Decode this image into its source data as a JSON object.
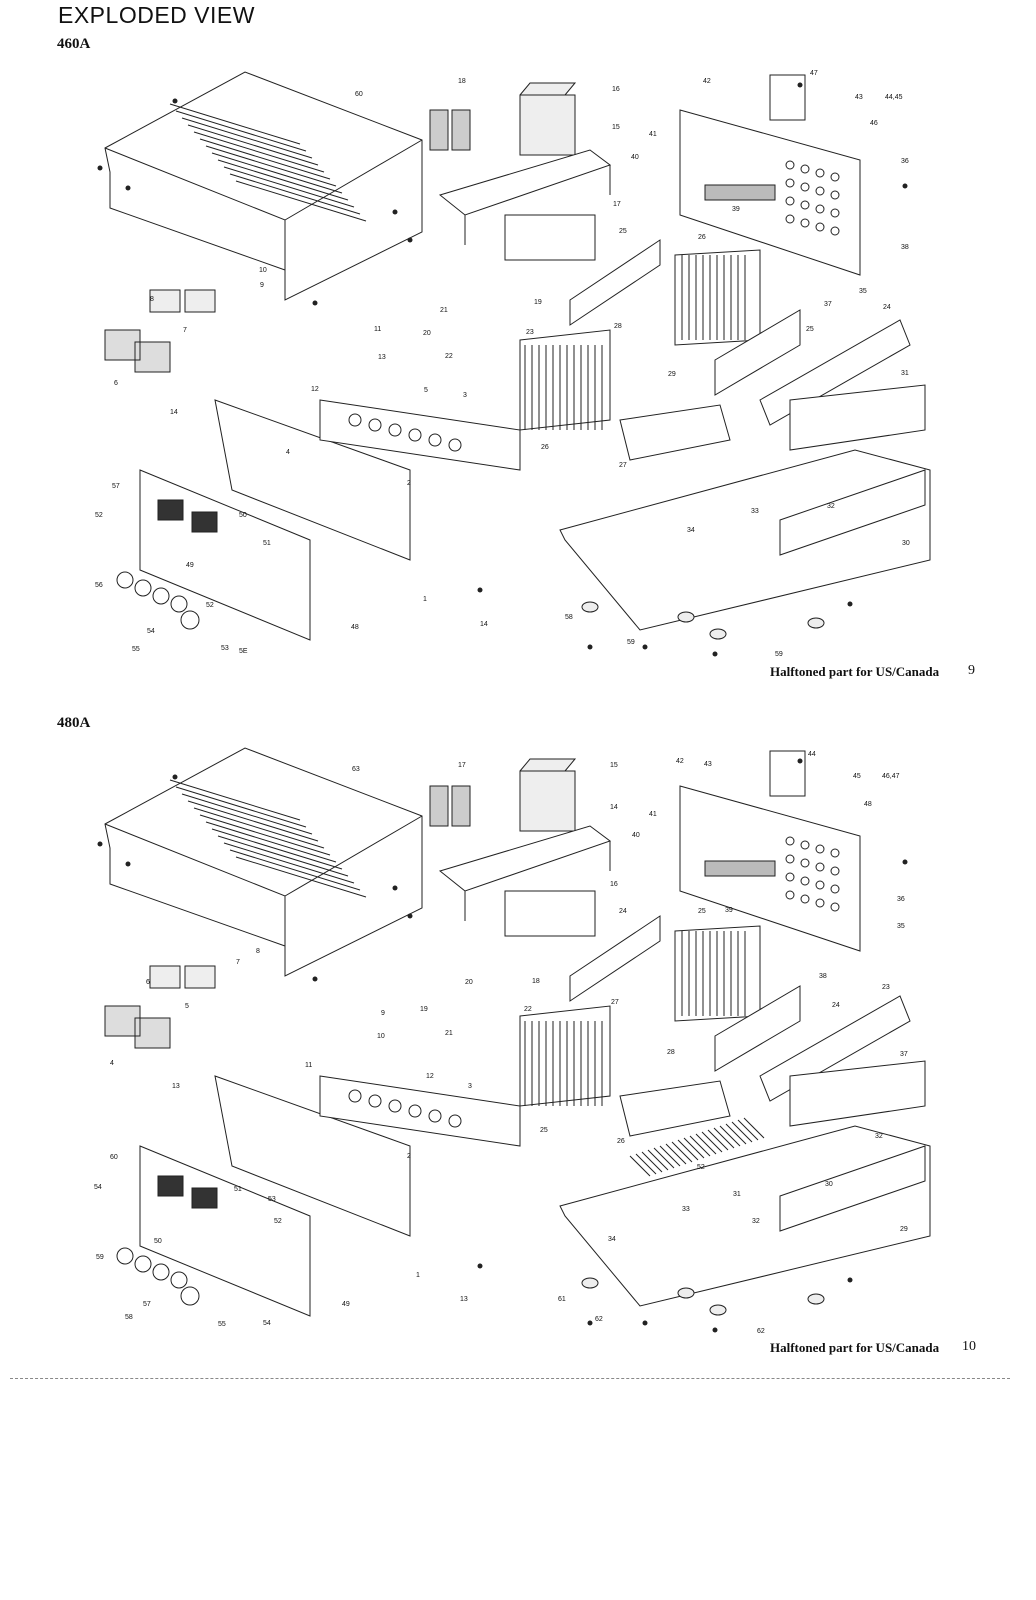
{
  "page": {
    "title": "EXPLODED VIEW"
  },
  "sections": [
    {
      "model": "460A",
      "note": "Halftoned part for US/Canada",
      "page_number": "9",
      "callouts": [
        "60",
        "18",
        "16",
        "15",
        "17",
        "42",
        "47",
        "43",
        "44,45",
        "46",
        "41",
        "40",
        "36",
        "39",
        "38",
        "37",
        "35",
        "25",
        "26",
        "19",
        "21",
        "20",
        "23",
        "22",
        "28",
        "29",
        "25",
        "24",
        "31",
        "10",
        "9",
        "8",
        "7",
        "6",
        "11",
        "13",
        "12",
        "14",
        "5",
        "3",
        "4",
        "2",
        "26",
        "27",
        "33",
        "32",
        "34",
        "30",
        "57",
        "52",
        "50",
        "51",
        "1",
        "14",
        "49",
        "56",
        "52",
        "54",
        "53",
        "55",
        "5E",
        "48",
        "58",
        "59",
        "59"
      ]
    },
    {
      "model": "480A",
      "note": "Halftoned part for US/Canada",
      "page_number": "10",
      "callouts": [
        "63",
        "17",
        "15",
        "14",
        "42",
        "43",
        "44",
        "45",
        "46,47",
        "48",
        "41",
        "40",
        "16",
        "36",
        "35",
        "39",
        "38",
        "24",
        "25",
        "23",
        "24",
        "18",
        "20",
        "19",
        "22",
        "21",
        "27",
        "28",
        "8",
        "7",
        "6",
        "5",
        "4",
        "9",
        "10",
        "11",
        "13",
        "12",
        "3",
        "37",
        "32",
        "2",
        "25",
        "26",
        "52",
        "31",
        "30",
        "60",
        "54",
        "51",
        "53",
        "52",
        "32",
        "33",
        "29",
        "50",
        "34",
        "59",
        "1",
        "13",
        "49",
        "57",
        "58",
        "55",
        "54",
        "61",
        "62",
        "62"
      ]
    }
  ]
}
